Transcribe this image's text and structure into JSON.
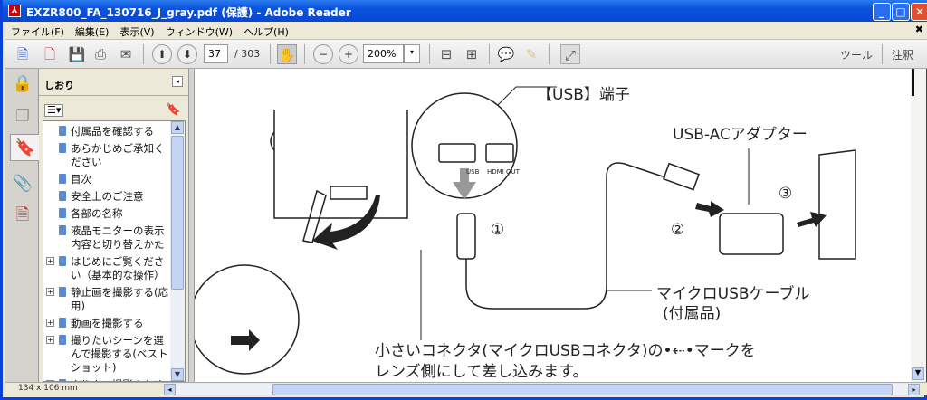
{
  "window": {
    "title": "EXZR800_FA_130716_J_gray.pdf (保護) - Adobe Reader",
    "app_icon": "pdf-icon"
  },
  "menu": [
    "ファイル(F)",
    "編集(E)",
    "表示(V)",
    "ウィンドウ(W)",
    "ヘルプ(H)"
  ],
  "toolbar": {
    "page_current": "37",
    "page_total": "/ 303",
    "zoom": "200%",
    "tools_label": "ツール",
    "comment_label": "注釈"
  },
  "panel": {
    "title": "しおり",
    "bookmarks": [
      {
        "label": "付属品を確認する",
        "expandable": false
      },
      {
        "label": "あらかじめご承知ください",
        "expandable": false
      },
      {
        "label": "目次",
        "expandable": false
      },
      {
        "label": "安全上のご注意",
        "expandable": false
      },
      {
        "label": "各部の名称",
        "expandable": false
      },
      {
        "label": "液晶モニターの表示内容と切り替えかた",
        "expandable": false
      },
      {
        "label": "はじめにご覧ください（基本的な操作）",
        "expandable": true
      },
      {
        "label": "静止画を撮影する(応用)",
        "expandable": true
      },
      {
        "label": "動画を撮影する",
        "expandable": true
      },
      {
        "label": "撮りたいシーンを選んで撮影する(ベストショット)",
        "expandable": true
      },
      {
        "label": "よりよい撮影のための設定(REC MENU)",
        "expandable": true
      }
    ]
  },
  "document": {
    "usb_port_label": "【USB】端子",
    "adapter_label": "USB-ACアダプター",
    "cable_label_1": "マイクロUSBケーブル",
    "cable_label_2": "(付属品)",
    "step1": "①",
    "step2": "②",
    "step3": "③",
    "port_usb": "USB",
    "port_hdmi": "HDMI OUT",
    "note_line1": "小さいコネクタ(マイクロUSBコネクタ)の•⇠•マークを",
    "note_line2": "レンズ側にして差し込みます。"
  },
  "status": {
    "page_size": "134 x 106 mm"
  }
}
